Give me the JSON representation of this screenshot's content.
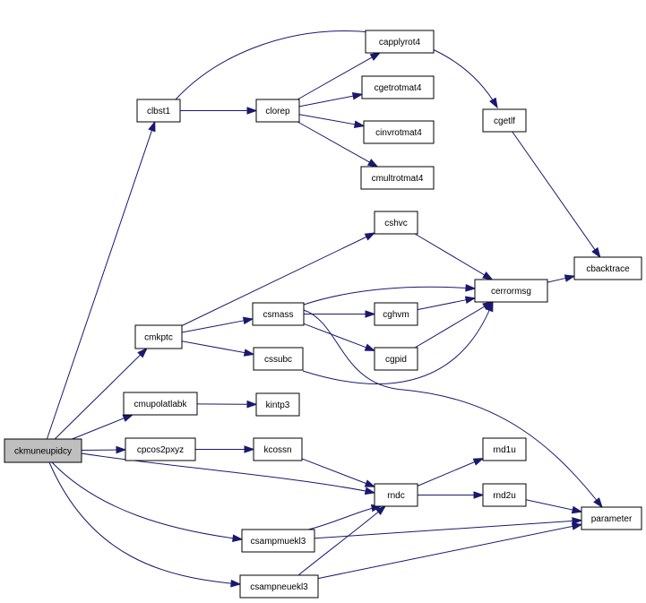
{
  "graph": {
    "nodes": [
      {
        "id": "ckmuneupidcy",
        "label": "ckmuneupidcy",
        "root": true
      },
      {
        "id": "clbst1",
        "label": "clbst1"
      },
      {
        "id": "clorep",
        "label": "clorep"
      },
      {
        "id": "capplyrot4",
        "label": "capplyrot4"
      },
      {
        "id": "cgetrotmat4",
        "label": "cgetrotmat4"
      },
      {
        "id": "cinvrotmat4",
        "label": "cinvrotmat4"
      },
      {
        "id": "cmultrotmat4",
        "label": "cmultrotmat4"
      },
      {
        "id": "cgetlf",
        "label": "cgetlf"
      },
      {
        "id": "cbacktrace",
        "label": "cbacktrace"
      },
      {
        "id": "cshvc",
        "label": "cshvc"
      },
      {
        "id": "cerrormsg",
        "label": "cerrormsg"
      },
      {
        "id": "cmkptc",
        "label": "cmkptc"
      },
      {
        "id": "csmass",
        "label": "csmass"
      },
      {
        "id": "cghvm",
        "label": "cghvm"
      },
      {
        "id": "cgpid",
        "label": "cgpid"
      },
      {
        "id": "cssubc",
        "label": "cssubc"
      },
      {
        "id": "cmupolatlabk",
        "label": "cmupolatlabk"
      },
      {
        "id": "kintp3",
        "label": "kintp3"
      },
      {
        "id": "cpcos2pxyz",
        "label": "cpcos2pxyz"
      },
      {
        "id": "kcossn",
        "label": "kcossn"
      },
      {
        "id": "rndc",
        "label": "rndc"
      },
      {
        "id": "rnd1u",
        "label": "rnd1u"
      },
      {
        "id": "rnd2u",
        "label": "rnd2u"
      },
      {
        "id": "parameter",
        "label": "parameter"
      },
      {
        "id": "csampmuekl3",
        "label": "csampmuekl3"
      },
      {
        "id": "csampneuekl3",
        "label": "csampneuekl3"
      }
    ],
    "edges": [
      {
        "from": "ckmuneupidcy",
        "to": "clbst1"
      },
      {
        "from": "ckmuneupidcy",
        "to": "cmkptc"
      },
      {
        "from": "ckmuneupidcy",
        "to": "cmupolatlabk"
      },
      {
        "from": "ckmuneupidcy",
        "to": "cpcos2pxyz"
      },
      {
        "from": "ckmuneupidcy",
        "to": "rndc"
      },
      {
        "from": "ckmuneupidcy",
        "to": "csampmuekl3"
      },
      {
        "from": "ckmuneupidcy",
        "to": "csampneuekl3"
      },
      {
        "from": "clbst1",
        "to": "clorep"
      },
      {
        "from": "clbst1",
        "to": "cgetlf"
      },
      {
        "from": "clorep",
        "to": "capplyrot4"
      },
      {
        "from": "clorep",
        "to": "cgetrotmat4"
      },
      {
        "from": "clorep",
        "to": "cinvrotmat4"
      },
      {
        "from": "clorep",
        "to": "cmultrotmat4"
      },
      {
        "from": "cgetlf",
        "to": "cbacktrace"
      },
      {
        "from": "cshvc",
        "to": "cerrormsg"
      },
      {
        "from": "cerrormsg",
        "to": "cbacktrace"
      },
      {
        "from": "cmkptc",
        "to": "cshvc"
      },
      {
        "from": "cmkptc",
        "to": "csmass"
      },
      {
        "from": "cmkptc",
        "to": "cssubc"
      },
      {
        "from": "csmass",
        "to": "cerrormsg"
      },
      {
        "from": "csmass",
        "to": "cghvm"
      },
      {
        "from": "csmass",
        "to": "cgpid"
      },
      {
        "from": "csmass",
        "to": "parameter"
      },
      {
        "from": "cghvm",
        "to": "cerrormsg"
      },
      {
        "from": "cgpid",
        "to": "cerrormsg"
      },
      {
        "from": "cssubc",
        "to": "cerrormsg"
      },
      {
        "from": "cmupolatlabk",
        "to": "kintp3"
      },
      {
        "from": "cpcos2pxyz",
        "to": "kcossn"
      },
      {
        "from": "kcossn",
        "to": "rndc"
      },
      {
        "from": "rndc",
        "to": "rnd1u"
      },
      {
        "from": "rndc",
        "to": "rnd2u"
      },
      {
        "from": "rnd2u",
        "to": "parameter"
      },
      {
        "from": "csampmuekl3",
        "to": "rndc"
      },
      {
        "from": "csampmuekl3",
        "to": "parameter"
      },
      {
        "from": "csampneuekl3",
        "to": "rndc"
      },
      {
        "from": "csampneuekl3",
        "to": "parameter"
      }
    ]
  }
}
